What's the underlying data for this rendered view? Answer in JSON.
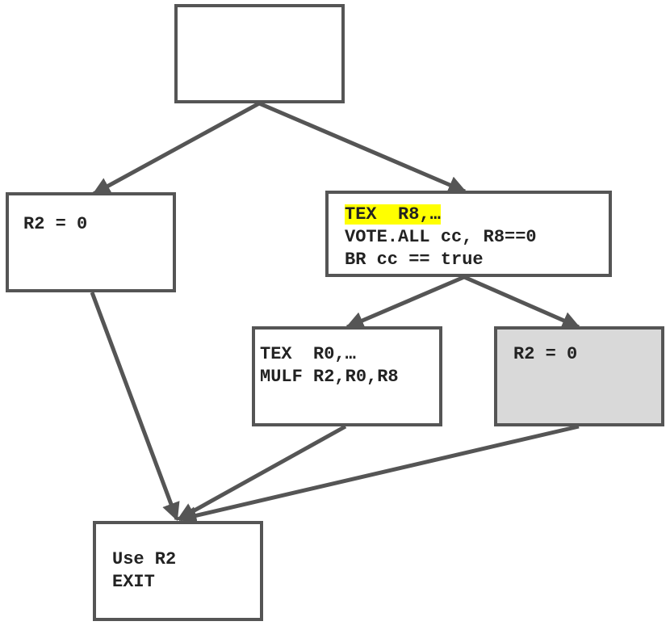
{
  "colors": {
    "border": "#555555",
    "arrow": "#555555",
    "highlight": "#ffff00",
    "shaded_fill": "#d9d9d9"
  },
  "nodes": {
    "entry": {
      "lines": []
    },
    "left": {
      "lines": [
        "R2 = 0"
      ]
    },
    "right": {
      "highlight": "TEX  R8,…",
      "lines": [
        "VOTE.ALL cc, R8==0",
        "BR cc == true"
      ]
    },
    "mid": {
      "lines": [
        "TEX  R0,…",
        "MULF R2,R0,R8"
      ]
    },
    "shaded": {
      "lines": [
        "R2 = 0"
      ]
    },
    "exit": {
      "lines": [
        "Use R2",
        "EXIT"
      ]
    }
  },
  "edges": [
    {
      "from": "entry",
      "to": "left"
    },
    {
      "from": "entry",
      "to": "right"
    },
    {
      "from": "right",
      "to": "mid"
    },
    {
      "from": "right",
      "to": "shaded"
    },
    {
      "from": "left",
      "to": "exit"
    },
    {
      "from": "mid",
      "to": "exit"
    },
    {
      "from": "shaded",
      "to": "exit"
    }
  ]
}
